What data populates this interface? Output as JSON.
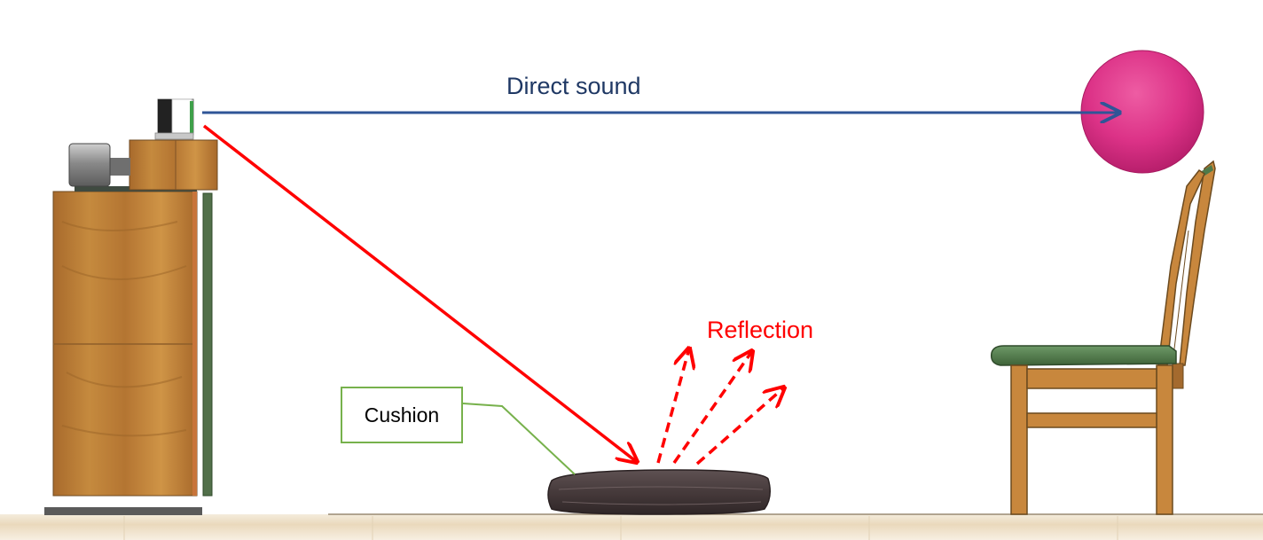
{
  "labels": {
    "direct_sound": "Direct sound",
    "reflection": "Reflection",
    "cushion": "Cushion"
  },
  "colors": {
    "direct_arrow": "#2f5597",
    "direct_text": "#1f3864",
    "reflection": "#ff0000",
    "callout_border": "#77b14c",
    "ball": "#e0338a",
    "wood": "#b7792f",
    "chair_seat": "#4f7a4a",
    "cushion": "#4a3e3f"
  }
}
